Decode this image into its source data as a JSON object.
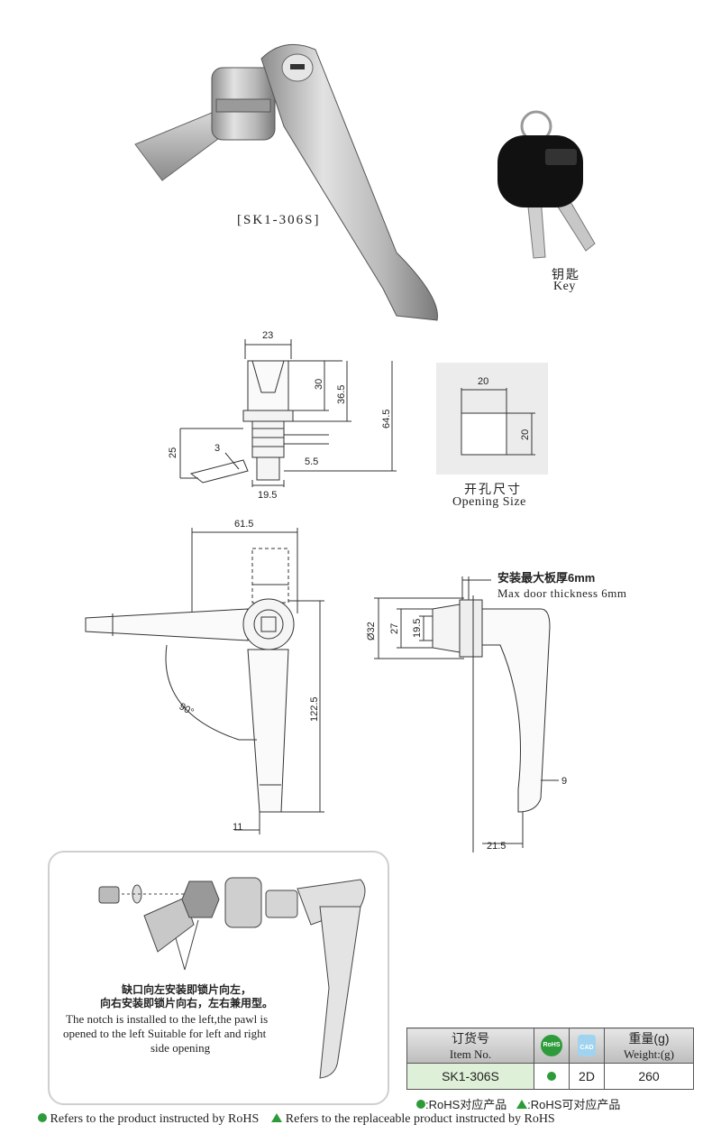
{
  "product_label": "[SK1-306S]",
  "key": {
    "cn": "钥匙",
    "en": "Key"
  },
  "opening": {
    "cn": "开孔尺寸",
    "en": "Opening Size",
    "w": "20",
    "h": "20"
  },
  "front_dims": {
    "width": "23",
    "d30": "30",
    "d365": "36.5",
    "d645": "64.5",
    "d25": "25",
    "d3": "3",
    "d55": "5.5",
    "d195": "19.5"
  },
  "top_dims": {
    "d615": "61.5",
    "d1225": "122.5",
    "d11": "11",
    "angle": "90°"
  },
  "side_dims": {
    "max_cn": "安装最大板厚6mm",
    "max_en": "Max door thickness 6mm",
    "d32": "Ø32",
    "d27": "27",
    "d195": "19.5",
    "d9": "9",
    "d215": "21.5"
  },
  "note": {
    "cn1": "缺口向左安装即锁片向左，",
    "cn2": "向右安装即锁片向右，左右兼用型。",
    "en1": "The notch is installed to the left,the pawl is",
    "en2": "opened to the left Suitable for left and right",
    "en3": "side opening"
  },
  "table": {
    "item_cn": "订货号",
    "item_en": "Item No.",
    "rohs": "RoHS",
    "cad": "CAD",
    "weight_cn": "重量(g)",
    "weight_en": "Weight:(g)",
    "item_no": "SK1-306S",
    "cad_value": "2D",
    "weight": "260"
  },
  "legend_cn": {
    "dot": ":RoHS对应产品",
    "tri": ":RoHS可对应产品"
  },
  "legend_en": {
    "dot": "Refers to the product instructed by RoHS",
    "tri": "Refers to the replaceable product instructed by RoHS"
  },
  "colors": {
    "rohs_green": "#2e9b3a",
    "metal": "#c9c9c9"
  }
}
